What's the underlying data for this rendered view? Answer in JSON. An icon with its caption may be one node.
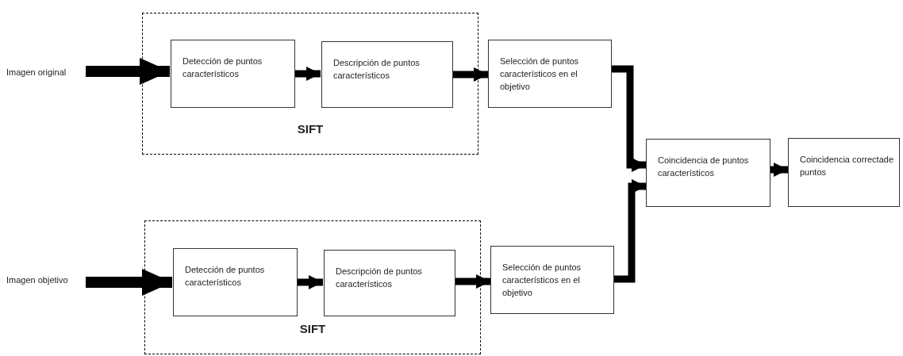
{
  "diagram": {
    "nodes": [
      {
        "text": [
          "Imagen original"
        ]
      },
      {
        "text": [
          "SIFT"
        ]
      },
      {
        "text": [
          "Detección de puntos característicos"
        ],
        "in": 1
      },
      {
        "text": [
          "Descripción de puntos característicos"
        ],
        "in": 1
      },
      {
        "text": [
          "Selección de puntos característicos en el objetivo"
        ]
      },
      {
        "text": [
          "Coincidencia de puntos característicos"
        ]
      },
      {
        "text": [
          "Coincidencia correctade puntos"
        ]
      },
      {
        "text": [
          "Imagen objetivo"
        ]
      },
      {
        "text": [
          "SIFT"
        ]
      },
      {
        "text": [
          "Detección de puntos característicos"
        ],
        "in": 8
      },
      {
        "text": [
          "Descripción de puntos característicos"
        ],
        "in": 8
      },
      {
        "text": [
          "Selección de puntos característicos en el objetivo"
        ]
      }
    ],
    "edges": [
      {
        "from": 0,
        "to": 2,
        "arrow": "to"
      },
      {
        "from": 2,
        "to": 3,
        "arrow": "to"
      },
      {
        "from": 3,
        "to": 4,
        "arrow": "to"
      },
      {
        "from": 4,
        "to": 5,
        "arrow": "to"
      },
      {
        "from": 5,
        "to": 6,
        "arrow": "to"
      },
      {
        "from": 7,
        "to": 9,
        "arrow": "to"
      },
      {
        "from": 9,
        "to": 10,
        "arrow": "to"
      },
      {
        "from": 10,
        "to": 11,
        "arrow": "to"
      },
      {
        "from": 11,
        "to": 5,
        "arrow": "to"
      }
    ]
  }
}
